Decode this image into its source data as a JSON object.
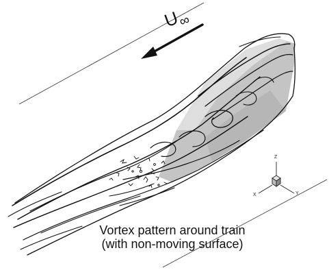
{
  "flow": {
    "label": "U",
    "subscript": "∞"
  },
  "axes": {
    "z": "Z",
    "x": "X",
    "y": "Y"
  },
  "caption": {
    "line1": "Vortex pattern around train",
    "line2": "(with non-moving surface)"
  },
  "colors": {
    "ink": "#111111",
    "body_shading": "#bdbdbd",
    "background": "#ffffff"
  }
}
